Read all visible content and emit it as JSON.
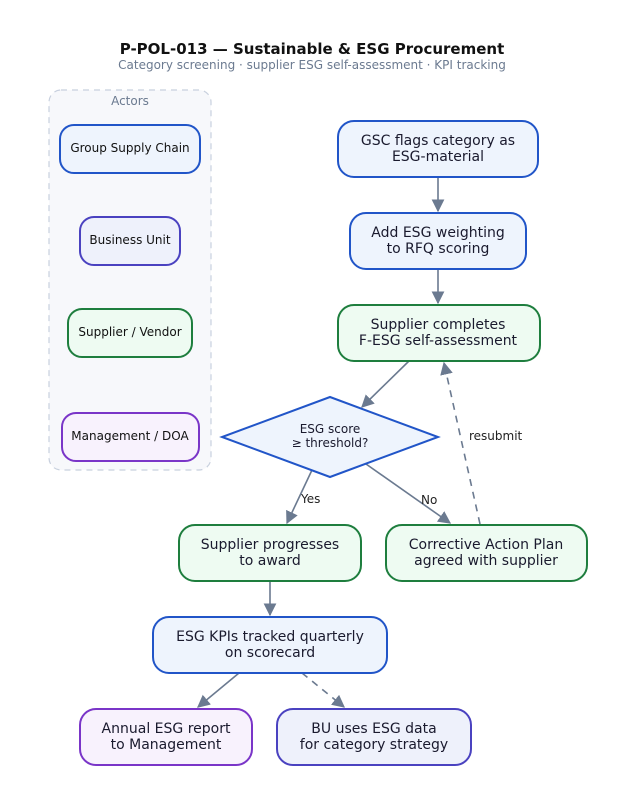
{
  "header": {
    "title": "P-POL-013 — Sustainable & ESG Procurement",
    "subtitle": "Category screening · supplier ESG self-assessment · KPI tracking"
  },
  "actors": {
    "title": "Actors",
    "items": [
      "Group Supply Chain",
      "Business Unit",
      "Supplier / Vendor",
      "Management / DOA"
    ]
  },
  "nodes": {
    "flag": [
      "GSC flags category as",
      "ESG-material"
    ],
    "weighting": [
      "Add ESG weighting",
      "to RFQ scoring"
    ],
    "assessment": [
      "Supplier completes",
      "F-ESG self-assessment"
    ],
    "decision": [
      "ESG score",
      "≥ threshold?"
    ],
    "progress": [
      "Supplier progresses",
      "to award"
    ],
    "cap": [
      "Corrective Action Plan",
      "agreed with supplier"
    ],
    "kpi": [
      "ESG KPIs tracked quarterly",
      "on scorecard"
    ],
    "report": [
      "Annual ESG report",
      "to Management"
    ],
    "bu": [
      "BU uses ESG data",
      "for category strategy"
    ]
  },
  "edges": {
    "yes": "Yes",
    "no": "No",
    "resubmit": "resubmit"
  },
  "colors": {
    "gsc_border": "#2155c8",
    "gsc_fill": "#eef4fd",
    "bu_border": "#4a42c0",
    "bu_fill": "#eef1fb",
    "supplier_border": "#1e7e3e",
    "supplier_fill": "#eefbf2",
    "mgmt_border": "#7a35c8",
    "mgmt_fill": "#f8f2fd",
    "edge": "#6b7a90"
  }
}
